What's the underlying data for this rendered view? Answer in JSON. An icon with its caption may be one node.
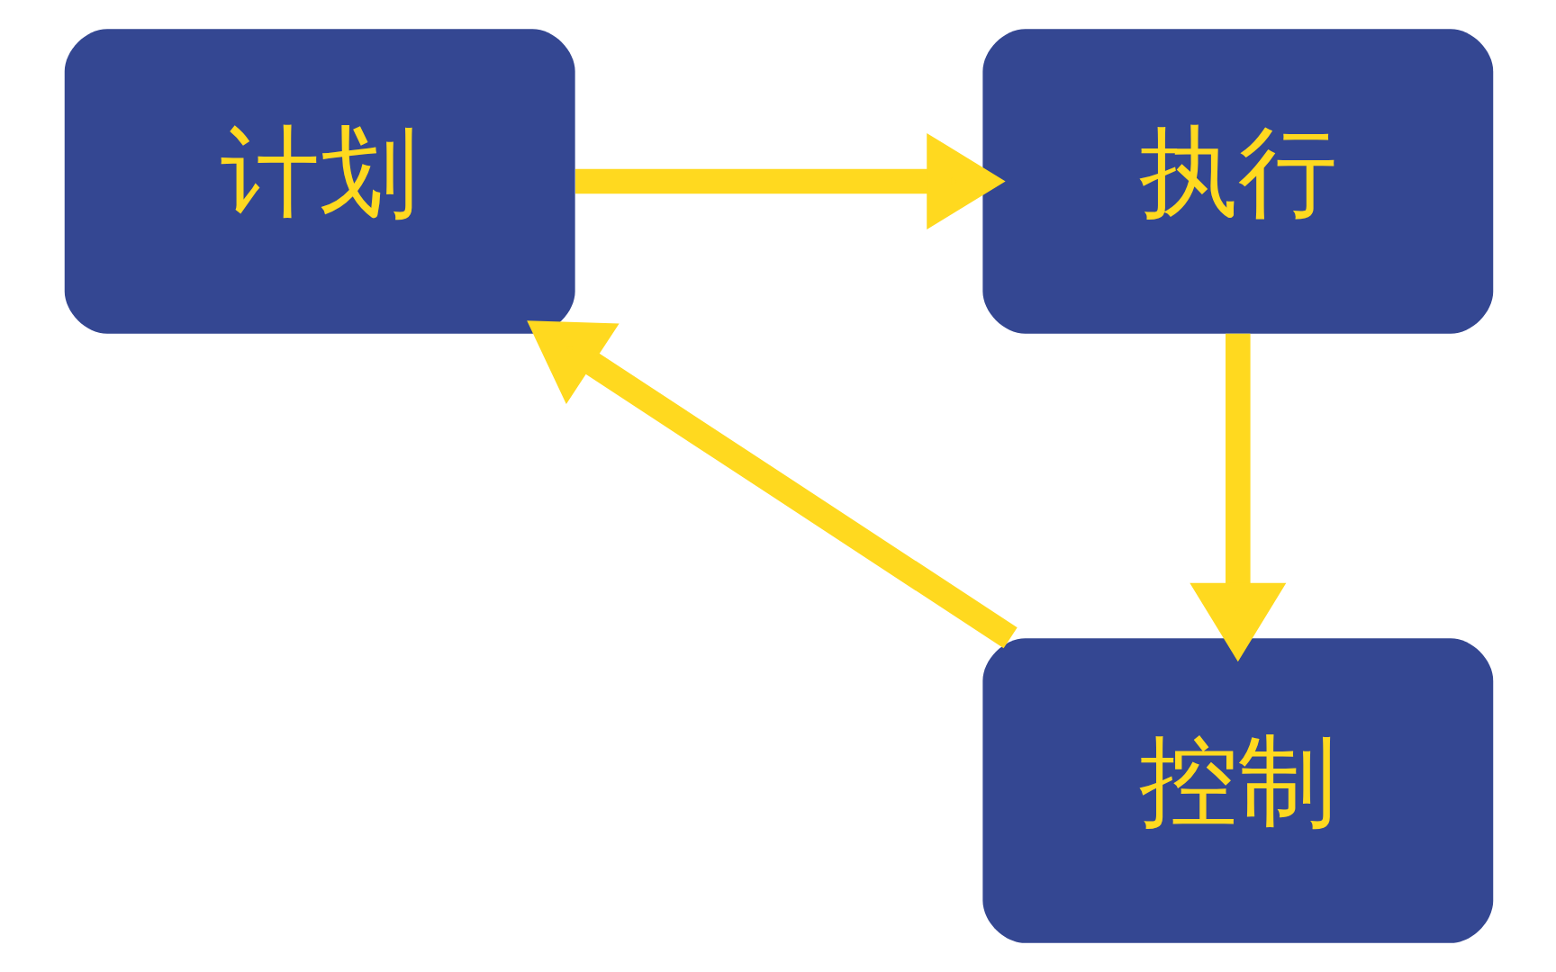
{
  "diagram": {
    "nodes": [
      {
        "text": [
          "计划"
        ]
      },
      {
        "text": [
          "执行"
        ]
      },
      {
        "text": [
          "控制"
        ]
      }
    ],
    "edges": [
      {
        "from": 0,
        "to": 1,
        "arrow": "to"
      },
      {
        "from": 1,
        "to": 2,
        "arrow": "to"
      },
      {
        "from": 2,
        "to": 0,
        "arrow": "to"
      }
    ]
  }
}
